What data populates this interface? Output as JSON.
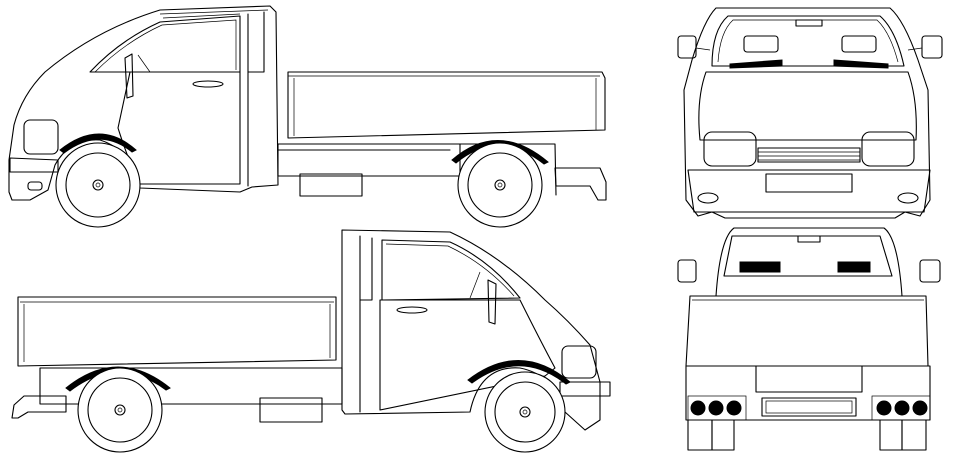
{
  "drawing": {
    "subject": "pickup-truck-blueprint",
    "views": [
      "left-side",
      "right-side",
      "front",
      "rear"
    ],
    "line_color": "#000000",
    "background": "#ffffff"
  }
}
